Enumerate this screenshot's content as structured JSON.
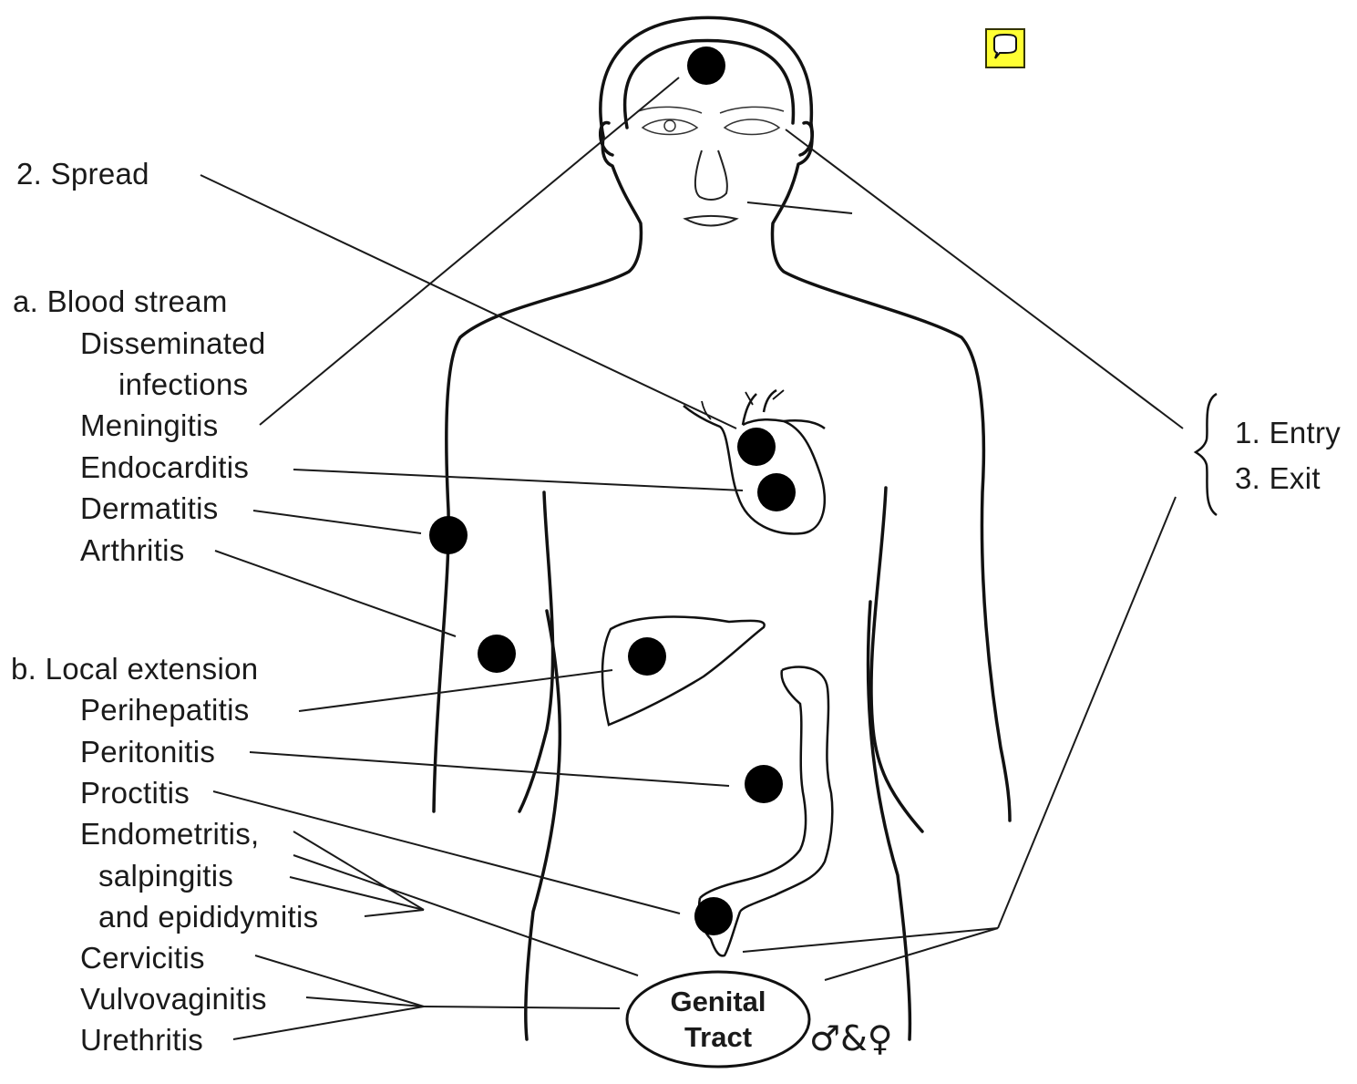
{
  "spread": {
    "title": "2. Spread",
    "blood_stream": {
      "heading": "a. Blood stream",
      "disseminated_1": "Disseminated",
      "disseminated_2": "infections",
      "meningitis": "Meningitis",
      "endocarditis": "Endocarditis",
      "dermatitis": "Dermatitis",
      "arthritis": "Arthritis"
    },
    "local_extension": {
      "heading": "b. Local extension",
      "perihepatitis": "Perihepatitis",
      "peritonitis": "Peritonitis",
      "proctitis": "Proctitis",
      "endometritis_1": "Endometritis,",
      "endometritis_2": "salpingitis",
      "endometritis_3": "and epididymitis",
      "cervicitis": "Cervicitis",
      "vulvovaginitis": "Vulvovaginitis",
      "urethritis": "Urethritis"
    }
  },
  "entry_exit": {
    "entry": "1. Entry",
    "exit": "3. Exit"
  },
  "genital_tract": {
    "line1": "Genital",
    "line2": "Tract",
    "sexes": "♂&♀"
  },
  "icons": {
    "comment": "speech-bubble-icon"
  },
  "colors": {
    "ink": "#1a1a1a",
    "comment_bg": "#ffff33"
  }
}
